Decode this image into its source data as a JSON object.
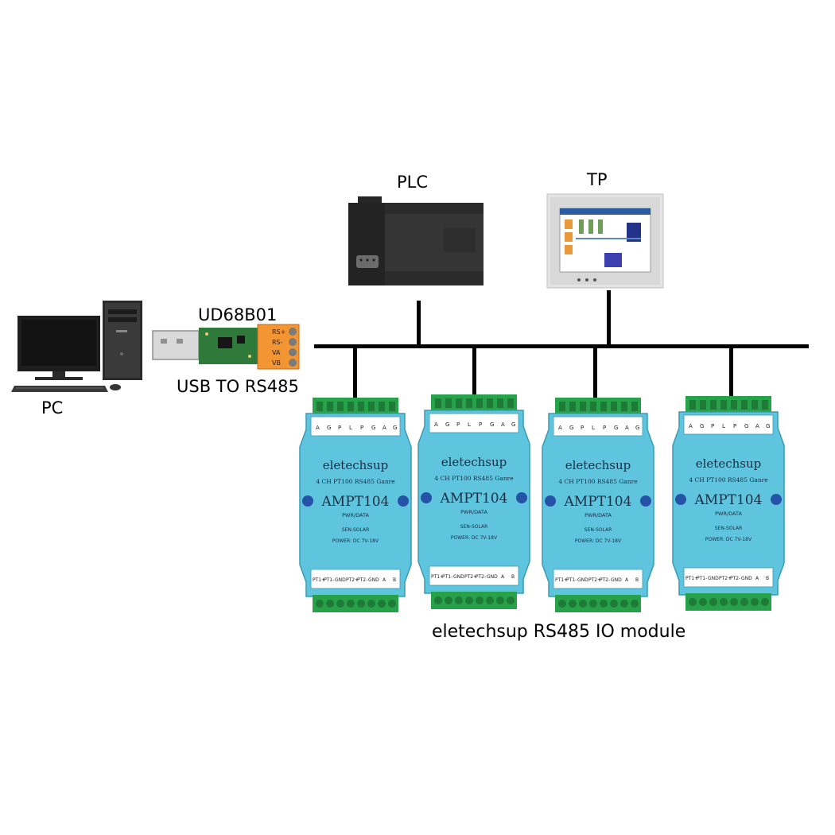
{
  "labels": {
    "pc": "PC",
    "adapter_model": "UD68B01",
    "adapter_desc": "USB TO RS485",
    "plc": "PLC",
    "tp": "TP",
    "modules_caption": "eletechsup RS485 IO module"
  },
  "adapter": {
    "terminals": [
      "RS+",
      "RS-",
      "VA",
      "VB"
    ]
  },
  "module": {
    "brand": "eletechsup",
    "subtitle": "4 CH PT100 RS485 Ganre",
    "model": "AMPT104",
    "sub_small": "PWR/DATA",
    "spec1": "SEN-SOLAR",
    "spec2": "POWER: DC 7V-18V",
    "top_terminals": [
      "A",
      "G",
      "P",
      "L",
      "P",
      "G",
      "A",
      "G"
    ],
    "bottom_terminals": [
      "PT1+",
      "PT1-",
      "GND",
      "PT2+",
      "PT2-",
      "GND",
      "A",
      "B"
    ]
  },
  "modules": [
    {
      "id": "module-1"
    },
    {
      "id": "module-2"
    },
    {
      "id": "module-3"
    },
    {
      "id": "module-4"
    }
  ],
  "colors": {
    "bus": "#000000",
    "module_body": "#5fc4dd",
    "terminal_green": "#27a24a",
    "adapter_orange": "#f39533",
    "pcb_green": "#2f7a3a",
    "plc_dark": "#2b2b2b",
    "tp_frame": "#e3e3e3"
  }
}
